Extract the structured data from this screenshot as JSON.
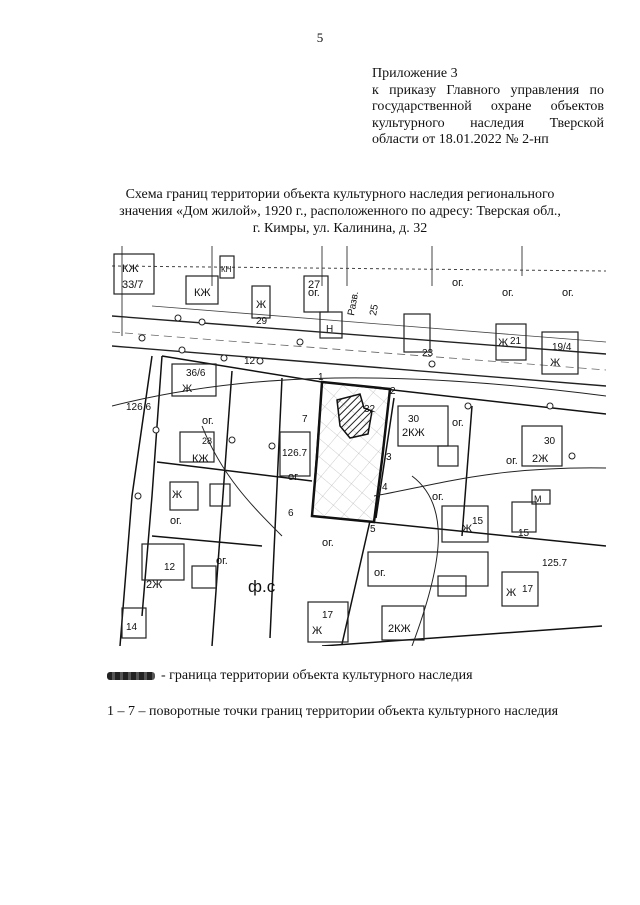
{
  "page_number": "5",
  "appendix": {
    "lines": [
      "Приложение 3",
      "к приказу Главного управления по",
      "государственной охране объектов",
      "культурного наследия Тверской",
      "области от 18.01.2022 № 2-нп"
    ]
  },
  "title": {
    "lines": [
      "Схема границ территории объекта культурного наследия регионального",
      "значения «Дом жилой», 1920 г., расположенного по адресу: Тверская обл.,",
      "г. Кимры, ул. Калинина, д. 32"
    ]
  },
  "map": {
    "labels": {
      "kzh_33_7": "КЖ",
      "n33_7": "33/7",
      "kzh_main": "КЖ",
      "kn": "КН",
      "og1": "ог.",
      "og2": "ог.",
      "og3": "ог.",
      "og4": "ог.",
      "og5": "ог.",
      "og6": "ог.",
      "og7": "ог.",
      "og8": "ог.",
      "og9": "ог.",
      "og10": "ог.",
      "og11": "ог.",
      "og12": "ог.",
      "og13": "ог.",
      "zh27": "Ж",
      "n27": "27",
      "n29": "29",
      "street": "Разв.",
      "n25": "25",
      "n23": "23",
      "zh21": "Ж",
      "n21": "21",
      "n19_4": "19/4",
      "zh19": "Ж",
      "n12": "12",
      "n36_6": "36/6",
      "zh36": "Ж",
      "n126_6": "126.6",
      "n32": "32",
      "n30": "30",
      "kzh2": "2КЖ",
      "n30b": "30",
      "zh2": "2Ж",
      "n126_7": "126.7",
      "kzh28": "КЖ",
      "n28": "28",
      "zh_left": "Ж",
      "zh15": "Ж",
      "n15": "15",
      "n15b": "15",
      "n12b": "12",
      "zh2b": "2Ж",
      "fs": "ф.с",
      "n17": "17",
      "zh17": "Ж",
      "kzh17": "2КЖ",
      "n17b": "17",
      "zh17b": "Ж",
      "n125_7": "125.7",
      "n14": "14",
      "m": "М",
      "n_unit": "Н"
    },
    "points": [
      "1",
      "2",
      "3",
      "4",
      "5",
      "6",
      "7"
    ]
  },
  "legend": {
    "boundary": "- граница территории объекта культурного наследия",
    "points": "1 – 7 – поворотные точки границ территории объекта культурного наследия"
  }
}
